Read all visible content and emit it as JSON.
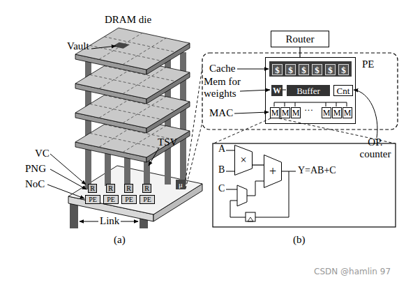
{
  "diagram": {
    "nodes": [
      {
        "text": [
          "R"
        ]
      },
      {
        "text": [
          "R"
        ]
      },
      {
        "text": [
          "R"
        ]
      },
      {
        "text": [
          "R"
        ]
      },
      {
        "text": [
          "PE"
        ]
      },
      {
        "text": [
          "PE"
        ]
      },
      {
        "text": [
          "PE"
        ]
      },
      {
        "text": [
          "PE"
        ]
      },
      {
        "text": [
          "μ"
        ]
      },
      {
        "text": [
          "Router"
        ]
      },
      {
        "text": [
          "PE"
        ]
      },
      {
        "text": [
          "$"
        ],
        "in": 10
      },
      {
        "text": [
          "$"
        ],
        "in": 10
      },
      {
        "text": [
          "$"
        ],
        "in": 10
      },
      {
        "text": [
          "$"
        ],
        "in": 10
      },
      {
        "text": [
          "$"
        ],
        "in": 10
      },
      {
        "text": [
          "$"
        ],
        "in": 10
      },
      {
        "text": [
          "W"
        ],
        "in": 10
      },
      {
        "text": [
          "Buffer"
        ],
        "in": 10
      },
      {
        "text": [
          "Cnt"
        ],
        "in": 10
      },
      {
        "text": [
          "M"
        ],
        "in": 10
      },
      {
        "text": [
          "M"
        ],
        "in": 10
      },
      {
        "text": [
          "M"
        ],
        "in": 10
      },
      {
        "text": [
          "M"
        ],
        "in": 10
      },
      {
        "text": [
          "M"
        ],
        "in": 10
      },
      {
        "text": [
          "M"
        ],
        "in": 10
      },
      {
        "text": [
          "×"
        ]
      },
      {
        "text": [
          "+"
        ]
      }
    ],
    "edges": [
      {
        "from": 9,
        "to": 10,
        "arrow": "none"
      },
      {
        "from": 26,
        "to": 27,
        "arrow": "none"
      }
    ],
    "labels": [
      "DRAM die",
      "Vault",
      "VC",
      "PNG",
      "NoC",
      "TSV",
      "Link",
      "(a)",
      "Cache",
      "Mem for weights",
      "MAC",
      "···",
      "OP. counter",
      "A",
      "B",
      "C",
      "Y=AB+C",
      "(b)",
      "CSDN @hamlin 97"
    ]
  }
}
